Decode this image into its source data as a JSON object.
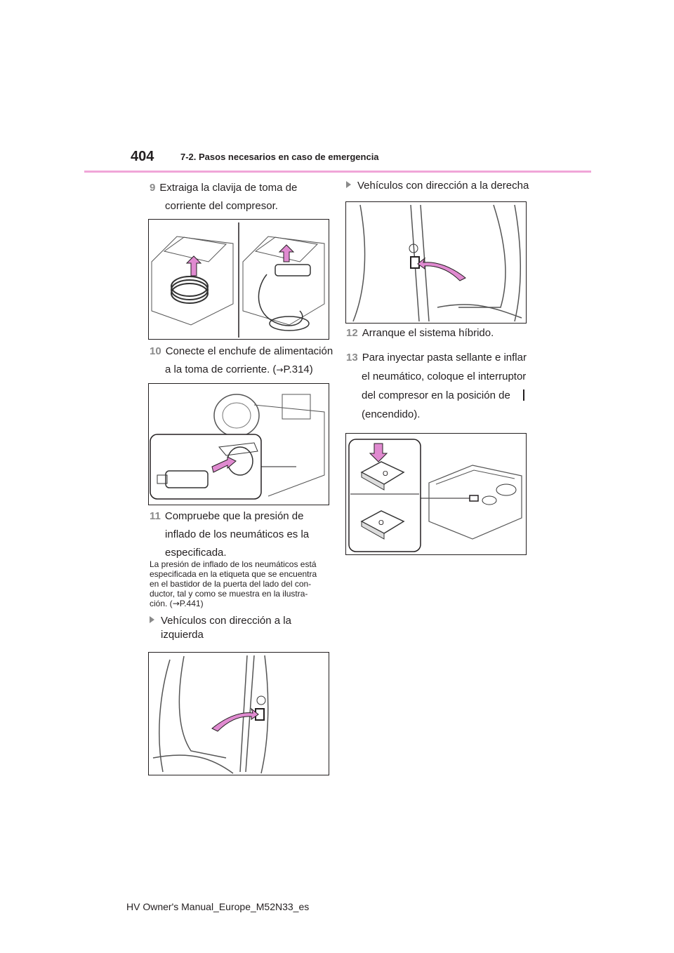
{
  "header": {
    "page_number": "404",
    "section_title": "7-2. Pasos necesarios en caso de emergencia"
  },
  "left": {
    "step9": {
      "num": "9",
      "line1": "Extraiga la clavija de toma de",
      "line2": "corriente del compresor."
    },
    "step10": {
      "num": "10",
      "line1": "Conecte el enchufe de alimentación",
      "line2_text": "a la toma de corriente. (",
      "ref": "→",
      "ref_page": "P.314)"
    },
    "step11": {
      "num": "11",
      "line1": "Compruebe que la presión de",
      "line2": "inflado de los neumáticos es la",
      "line3": "especificada."
    },
    "note": {
      "line1": "La presión de inflado de los neumáticos está",
      "line2": "especificada en la etiqueta que se encuentra",
      "line3": "en el bastidor de la puerta del lado del con-",
      "line4": "ductor, tal y como se muestra en la ilustra-",
      "line5_text": "ción. (",
      "ref": "→",
      "ref_page": "P.441)"
    },
    "bullet_left": {
      "line1": "Vehículos con dirección a la",
      "line2": "izquierda"
    }
  },
  "right": {
    "bullet_right": "Vehículos con dirección a la derecha",
    "step12": {
      "num": "12",
      "line1": "Arranque el sistema híbrido."
    },
    "step13": {
      "num": "13",
      "line1": "Para inyectar pasta sellante e inflar",
      "line2": "el neumático, coloque el interruptor",
      "line3": "del compresor en la posición de",
      "line4": "(encendido)."
    }
  },
  "colors": {
    "accent_rule": "#f0a6d8",
    "arrow_fill": "#e08ad0",
    "step_number": "#8a8a8a"
  },
  "footer": {
    "text": "HV Owner's Manual_Europe_M52N33_es"
  }
}
